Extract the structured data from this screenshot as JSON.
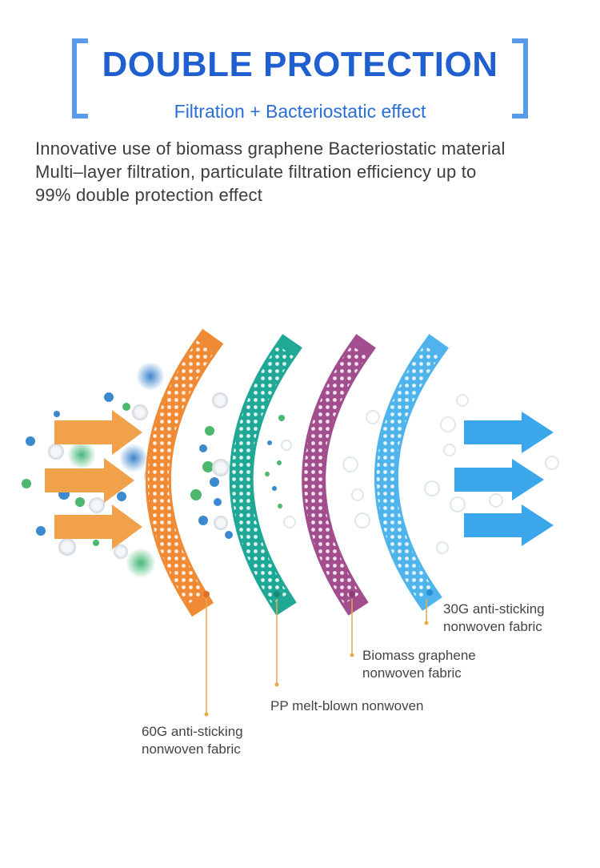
{
  "header": {
    "title": "DOUBLE PROTECTION",
    "subtitle": "Filtration + Bacteriostatic effect"
  },
  "intro": {
    "line1": "Innovative use of biomass graphene Bacteriostatic material",
    "line2": "Multi–layer filtration, particulate filtration efficiency up to",
    "line3": "99% double protection effect"
  },
  "colors": {
    "accent_blue": "#1f5fcf",
    "bracket_blue": "#5b9bec",
    "arrow_in": "#f0a14a",
    "arrow_out": "#3ba7ea",
    "layer_orange": "#f08a35",
    "layer_teal": "#1fa896",
    "layer_purple": "#a24d8e",
    "layer_blue": "#4fb4ec",
    "leader_line": "#e7a94a"
  },
  "layers": [
    {
      "id": "layer-60g",
      "line1": "60G anti-sticking",
      "line2": "nonwoven fabric",
      "color": "orange"
    },
    {
      "id": "layer-pp",
      "line1": "PP melt-blown nonwoven",
      "line2": "",
      "color": "teal"
    },
    {
      "id": "layer-graphene",
      "line1": "Biomass graphene",
      "line2": "nonwoven fabric",
      "color": "purple"
    },
    {
      "id": "layer-30g",
      "line1": "30G anti-sticking",
      "line2": "nonwoven fabric",
      "color": "blue"
    }
  ]
}
